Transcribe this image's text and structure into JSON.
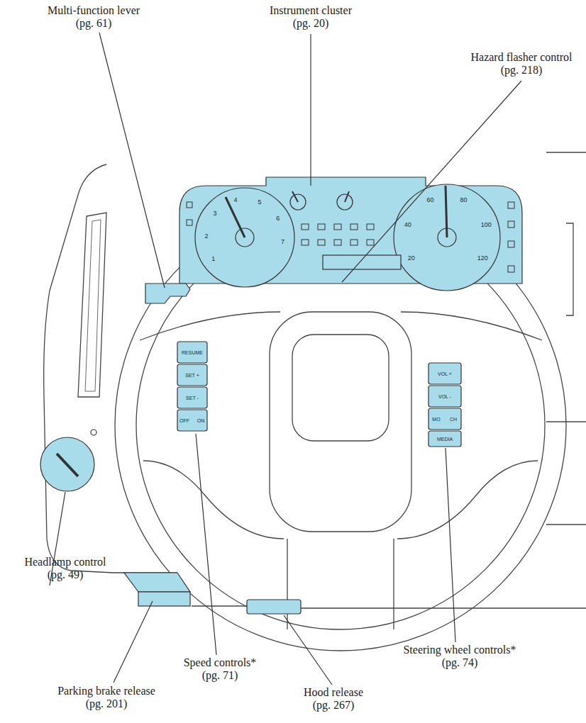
{
  "diagram": {
    "labels": [
      "Multi-function lever (pg. 61)",
      "Instrument cluster (pg. 20)",
      "Hazard flasher control (pg. 218)",
      "Headlamp control (pg. 49)",
      "Parking brake release (pg. 201)",
      "Speed controls* (pg. 71)",
      "Hood release (pg. 267)",
      "Steering wheel controls* (pg. 74)",
      "RESUME",
      "SET +",
      "SET -",
      "OFF",
      "ON",
      "VOL +",
      "VOL -",
      "MO",
      "CH",
      "MEDIA",
      "1",
      "2",
      "3",
      "4",
      "5",
      "6",
      "7",
      "20",
      "40",
      "60",
      "80",
      "100",
      "120"
    ]
  }
}
